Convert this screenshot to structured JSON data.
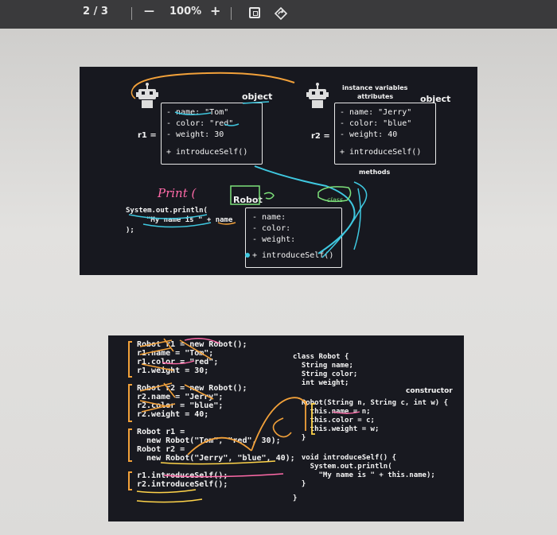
{
  "toolbar": {
    "page_indicator": "2 / 3",
    "zoom_out": "—",
    "zoom_level": "100%",
    "zoom_in": "+"
  },
  "slide1": {
    "r1_label": "r1 =",
    "r2_label": "r2 =",
    "object_label_left": "object",
    "object_label_right": "object",
    "instance_vars_line1": "instance variables",
    "instance_vars_line2": "attributes",
    "methods_label": "methods",
    "r1_fields": [
      "- name: \"Tom\"",
      "- color: \"red\"",
      "- weight: 30"
    ],
    "r1_method": "+ introduceSelf()",
    "r2_fields": [
      "- name: \"Jerry\"",
      "- color: \"blue\"",
      "- weight: 40"
    ],
    "r2_method": "+ introduceSelf()",
    "handwritten_print": "Print (",
    "println_line1": "System.out.println(",
    "println_line2": "\"My name is \" + name",
    "println_line3": ");",
    "class_name": "Robot",
    "class_tag": "class",
    "class_fields": [
      "- name:",
      "- color:",
      "- weight:"
    ],
    "class_method": "+ introduceSelf()"
  },
  "slide2": {
    "left_code": [
      "Robot r1 = new Robot();",
      "r1.name = \"Tom\";",
      "r1.color = \"red\";",
      "r1.weight = 30;",
      "",
      "Robot r2 = new Robot();",
      "r2.name = \"Jerry\";",
      "r2.color = \"blue\";",
      "r2.weight = 40;",
      "",
      "Robot r1 =",
      "  new Robot(\"Tom\", \"red\", 30);",
      "Robot r2 =",
      "  new Robot(\"Jerry\", \"blue\", 40);",
      "",
      "r1.introduceSelf();",
      "r2.introduceSelf();"
    ],
    "right_code": [
      "class Robot {",
      "  String name;",
      "  String color;",
      "  int weight;",
      "",
      "  Robot(String n, String c, int w) {",
      "    this.name = n;",
      "    this.color = c;",
      "    this.weight = w;",
      "  }",
      "",
      "  void introduceSelf() {",
      "    System.out.println(",
      "      \"My name is \" + this.name);",
      "  }",
      "}"
    ],
    "constructor_label": "constructor"
  },
  "colors": {
    "toolbar_bg": "#3a3a3c",
    "slide_bg": "#17181f",
    "annotation_orange": "#f2a13a",
    "annotation_cyan": "#3fc8e0",
    "annotation_green": "#7de07a",
    "annotation_pink": "#ff6aa8"
  }
}
